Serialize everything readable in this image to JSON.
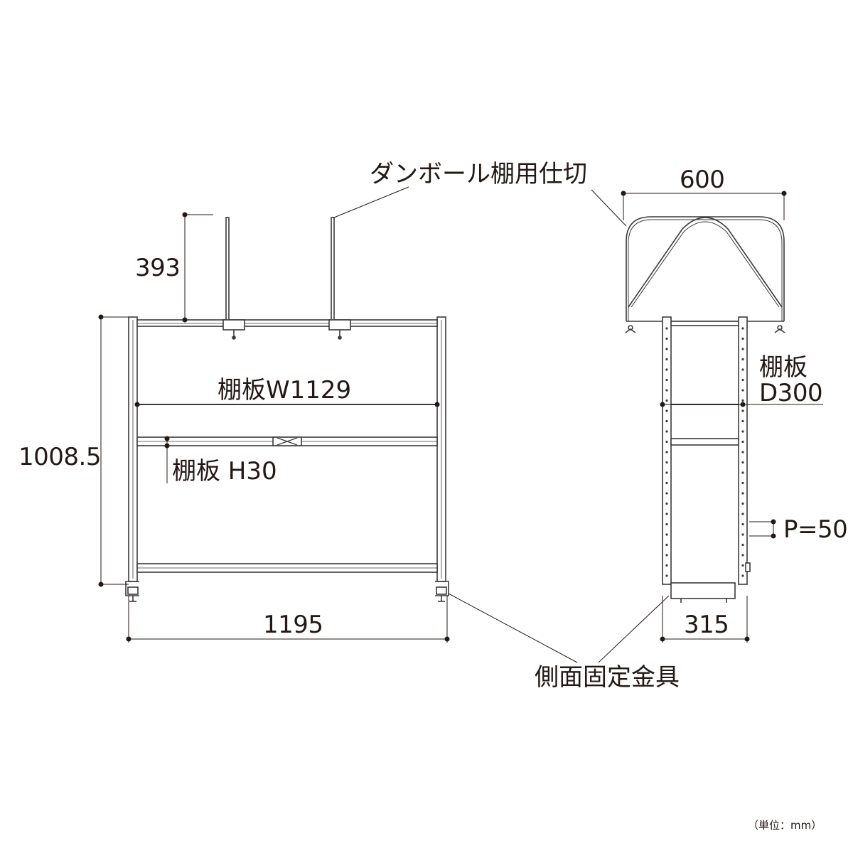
{
  "labels": {
    "partition": "ダンボール棚用仕切",
    "partition_height": "393",
    "total_height": "1008.5",
    "shelf_width": "棚板W1129",
    "shelf_height": "棚板 H30",
    "total_width": "1195",
    "side_depth": "600",
    "shelf_depth_line1": "棚板",
    "shelf_depth_line2": "D300",
    "pitch": "P=50",
    "base_depth": "315",
    "side_bracket": "側面固定金具",
    "unit": "（単位：mm）"
  },
  "colors": {
    "line": "#231815",
    "frame": "#3a3a3a",
    "background": "#ffffff"
  }
}
